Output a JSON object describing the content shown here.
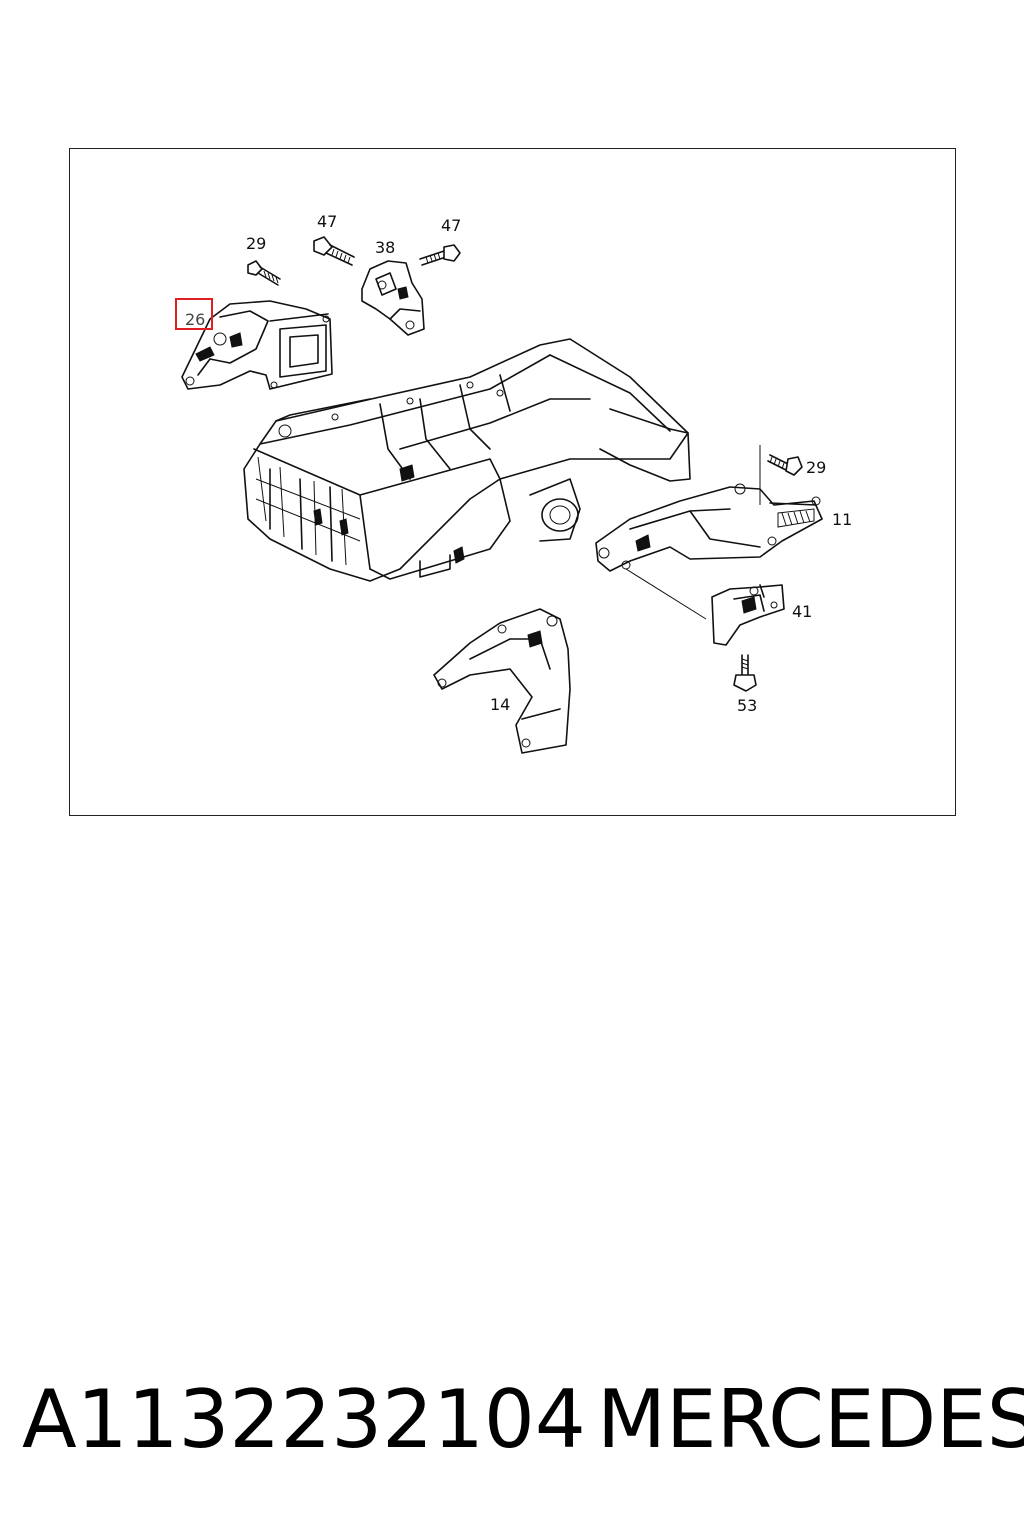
{
  "diagram": {
    "callouts": {
      "c26": "26",
      "c29a": "29",
      "c47a": "47",
      "c38": "38",
      "c47b": "47",
      "c29b": "29",
      "c11": "11",
      "c41": "41",
      "c53": "53",
      "c14": "14"
    },
    "highlight_color": "#e02020"
  },
  "footer": {
    "part_number": "A1132232104",
    "brand": "MERCEDES"
  }
}
